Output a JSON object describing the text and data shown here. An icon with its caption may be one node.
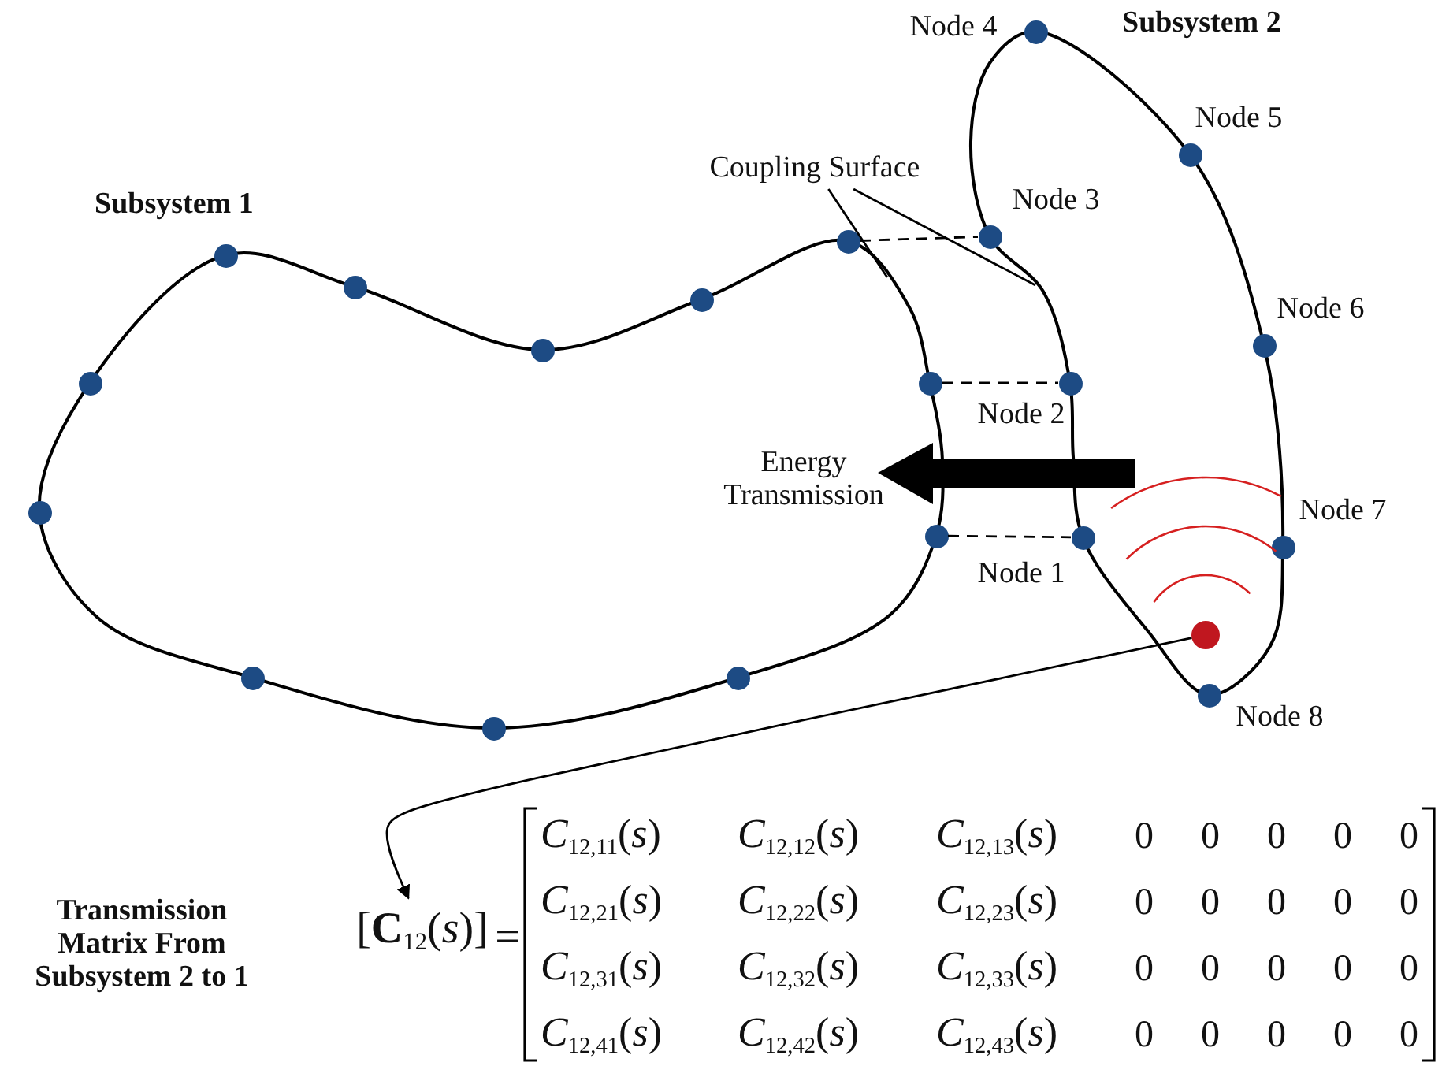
{
  "diagram": {
    "nodes": [
      {
        "text": [
          "Subsystem 1"
        ]
      },
      {
        "text": [
          "Subsystem 2"
        ]
      },
      {
        "text": [],
        "shape": "circle",
        "in": 0
      },
      {
        "text": [],
        "shape": "circle",
        "in": 0
      },
      {
        "text": [],
        "shape": "circle",
        "in": 0
      },
      {
        "text": [],
        "shape": "circle",
        "in": 0
      },
      {
        "text": [],
        "shape": "circle",
        "in": 0
      },
      {
        "text": [],
        "shape": "circle",
        "in": 0
      },
      {
        "text": [],
        "shape": "circle",
        "in": 0
      },
      {
        "text": [],
        "shape": "circle",
        "in": 0
      },
      {
        "text": [],
        "shape": "circle",
        "in": 0
      },
      {
        "text": [],
        "shape": "circle",
        "in": 0
      },
      {
        "text": [],
        "shape": "circle",
        "in": 0
      },
      {
        "text": [],
        "shape": "circle",
        "in": 0
      },
      {
        "text": [],
        "shape": "circle",
        "beside": [
          "Node 1"
        ],
        "in": 1
      },
      {
        "text": [],
        "shape": "circle",
        "beside": [
          "Node 2"
        ],
        "in": 1
      },
      {
        "text": [],
        "shape": "circle",
        "beside": [
          "Node 3"
        ],
        "in": 1
      },
      {
        "text": [],
        "shape": "circle",
        "beside": [
          "Node 4"
        ],
        "in": 1
      },
      {
        "text": [],
        "shape": "circle",
        "beside": [
          "Node 5"
        ],
        "in": 1
      },
      {
        "text": [],
        "shape": "circle",
        "beside": [
          "Node 6"
        ],
        "in": 1
      },
      {
        "text": [],
        "shape": "circle",
        "beside": [
          "Node 7"
        ],
        "in": 1
      },
      {
        "text": [],
        "shape": "circle",
        "beside": [
          "Node 8"
        ],
        "in": 1
      },
      {
        "text": [],
        "shape": "circle",
        "in": 1
      },
      {
        "text": [
          "Coupling Surface"
        ]
      },
      {
        "text": [
          "[**C**$_{12}$(*s*)]"
        ]
      }
    ],
    "edges": [
      {
        "from": 11,
        "to": 16,
        "arrow": "none",
        "style": "dashed"
      },
      {
        "from": 12,
        "to": 15,
        "arrow": "none",
        "style": "dashed"
      },
      {
        "from": 13,
        "to": 14,
        "arrow": "none",
        "style": "dashed"
      },
      {
        "from": 23,
        "to": 0,
        "arrow": "none"
      },
      {
        "from": 23,
        "to": 1,
        "arrow": "none"
      },
      {
        "from": 22,
        "to": 24,
        "arrow": "to"
      }
    ],
    "labels": [
      "Energy Transmission",
      "Transmission Matrix From Subsystem 2 to 1",
      "=",
      "*C*$_{12,11}$(*s*)",
      "*C*$_{12,12}$(*s*)",
      "*C*$_{12,13}$(*s*)",
      "0",
      "0",
      "0",
      "0",
      "0",
      "*C*$_{12,21}$(*s*)",
      "*C*$_{12,22}$(*s*)",
      "*C*$_{12,23}$(*s*)",
      "0",
      "0",
      "0",
      "0",
      "0",
      "*C*$_{12,31}$(*s*)",
      "*C*$_{12,32}$(*s*)",
      "*C*$_{12,33}$(*s*)",
      "0",
      "0",
      "0",
      "0",
      "0",
      "*C*$_{12,41}$(*s*)",
      "*C*$_{12,42}$(*s*)",
      "*C*$_{12,43}$(*s*)",
      "0",
      "0",
      "0",
      "0",
      "0"
    ]
  }
}
